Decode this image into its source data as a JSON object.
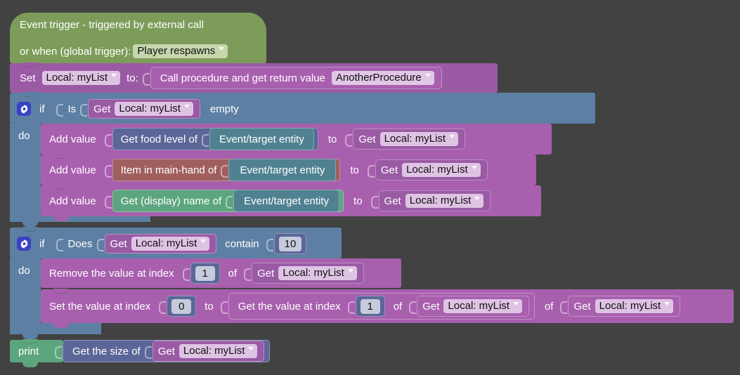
{
  "workspace": {
    "background_color": "#424242",
    "title": "Blockly visual script workspace"
  },
  "blocks": {
    "event": {
      "line1": "Event trigger - triggered by external call",
      "line2": "or when (global trigger):",
      "trigger_value": "Player respawns",
      "color": "#7d9c5a"
    },
    "set_var": {
      "set_label": "Set",
      "variable": "Local: myList",
      "to_label": "to:",
      "call_label": "Call procedure and get return value",
      "procedure": "AnotherProcedure",
      "color": "#9a5aa4"
    },
    "if1": {
      "if_label": "if",
      "do_label": "do",
      "is_label": "Is",
      "get_label": "Get",
      "variable": "Local: myList",
      "empty_label": "empty",
      "color": "#5d7fa4"
    },
    "add1": {
      "add_label": "Add value",
      "inner": "Get food level of",
      "inner_color": "#5c6699",
      "entity": "Event/target entity",
      "to_label": "to",
      "get_label": "Get",
      "variable": "Local: myList"
    },
    "add2": {
      "add_label": "Add value",
      "inner": "Item in main-hand of",
      "inner_color": "#a05f5f",
      "entity": "Event/target entity",
      "to_label": "to",
      "get_label": "Get",
      "variable": "Local: myList"
    },
    "add3": {
      "add_label": "Add value",
      "inner": "Get (display) name of",
      "inner_color": "#5ca57e",
      "entity": "Event/target entity",
      "to_label": "to",
      "get_label": "Get",
      "variable": "Local: myList"
    },
    "if2": {
      "if_label": "if",
      "do_label": "do",
      "does_label": "Does",
      "get_label": "Get",
      "variable": "Local: myList",
      "contain_label": "contain",
      "number": "10",
      "color": "#5d7fa4"
    },
    "remove": {
      "label": "Remove the value at index",
      "index": "1",
      "of_label": "of",
      "get_label": "Get",
      "variable": "Local: myList"
    },
    "set_index": {
      "label": "Set the value at index",
      "index": "0",
      "to_label": "to",
      "inner_label": "Get the value at index",
      "inner_index": "1",
      "of_label_1": "of",
      "inner_get_label": "Get",
      "inner_variable": "Local: myList",
      "of_label_2": "of",
      "outer_get_label": "Get",
      "outer_variable": "Local: myList"
    },
    "print": {
      "print_label": "print",
      "size_label": "Get the size of",
      "get_label": "Get",
      "variable": "Local: myList",
      "color": "#5ca57e"
    }
  }
}
